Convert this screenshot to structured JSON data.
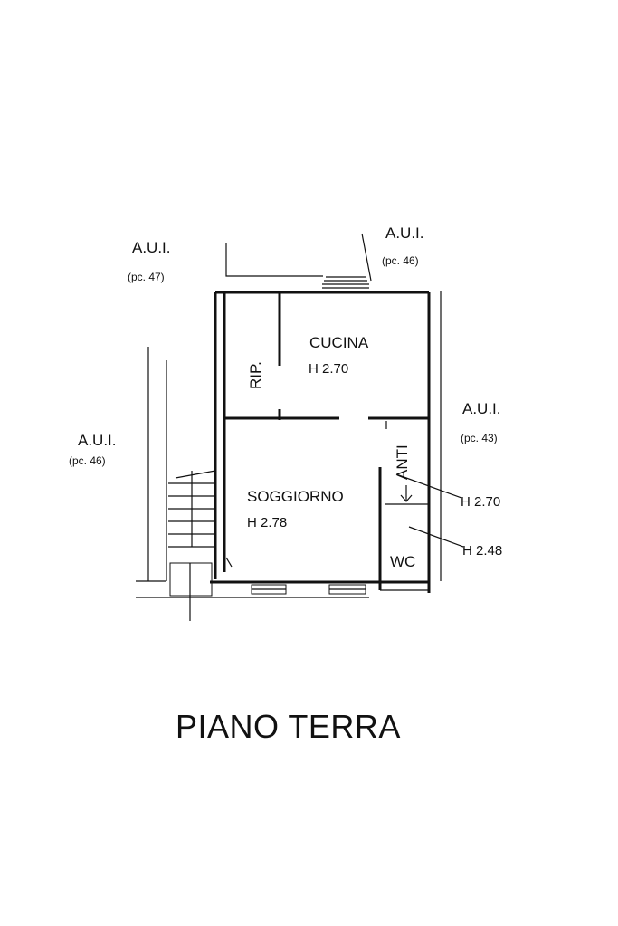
{
  "plan_title": "PIANO TERRA",
  "neighbors": [
    {
      "id": "north-west",
      "label": "A.U.I.",
      "parcel": "(pc. 47)"
    },
    {
      "id": "north-east",
      "label": "A.U.I.",
      "parcel": "(pc. 46)"
    },
    {
      "id": "west",
      "label": "A.U.I.",
      "parcel": "(pc. 46)"
    },
    {
      "id": "east",
      "label": "A.U.I.",
      "parcel": "(pc. 43)"
    }
  ],
  "rooms": {
    "cucina": {
      "name": "CUCINA",
      "height": "H 2.70"
    },
    "ripostiglio": {
      "name": "RIP."
    },
    "soggiorno": {
      "name": "SOGGIORNO",
      "height": "H 2.78"
    },
    "anti": {
      "name": "ANTI"
    },
    "wc": {
      "name": "WC"
    }
  },
  "callouts": {
    "anti_height": "H 2.70",
    "wc_height": "H 2.48"
  }
}
